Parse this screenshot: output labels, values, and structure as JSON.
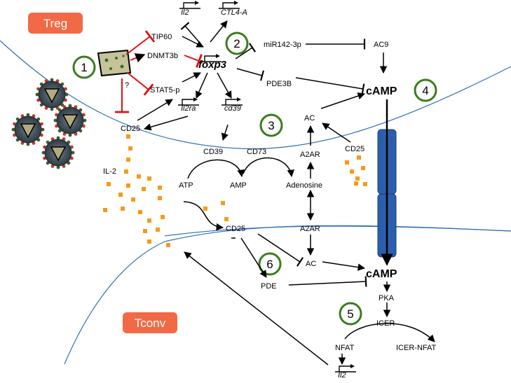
{
  "cell_labels": {
    "treg": "Treg",
    "tconv": "Tconv"
  },
  "step_numbers": [
    "1",
    "2",
    "3",
    "4",
    "5",
    "6"
  ],
  "genes": {
    "il2_top": "Il2",
    "ctl4a": "CTL4-A",
    "foxp3": "foxp3",
    "il2ra": "Il2ra",
    "cd39_gene": "cd39",
    "il2_bottom": "Il2"
  },
  "treg_molecules": {
    "tip60": "TIP60",
    "dnmt3b": "DNMT3b",
    "stat5p": "STAT5-p",
    "question": "?",
    "mir142": "miR142-3p",
    "ac9": "AC9",
    "pde3b": "PDE3B",
    "camp_top": "cAMP",
    "ac_top": "AC",
    "cd25_left": "CD25",
    "cd25_right": "CD25"
  },
  "membrane_molecules": {
    "cd39": "CD39",
    "cd73": "CD73",
    "a2ar_top": "A2AR",
    "il2": "IL-2",
    "atp": "ATP",
    "amp": "AMP",
    "adenosine": "Adenosine",
    "cd25_mid": "CD25",
    "a2ar_bottom": "A2AR"
  },
  "tconv_molecules": {
    "ac_bottom": "AC",
    "camp_bottom": "cAMP",
    "pde": "PDE",
    "pka": "PKA",
    "icer": "ICER",
    "nfat": "NFAT",
    "icer_nfat": "ICER-NFAT"
  },
  "colors": {
    "tag_fill": "#f26a45",
    "step_circle": "#3a7d1e",
    "inhibit_red": "#e01010",
    "membrane": "#2f6fb5",
    "channel": "#2b5fae",
    "il2_dots": "#f59a1c",
    "virus_body": "#b2ab7e"
  }
}
